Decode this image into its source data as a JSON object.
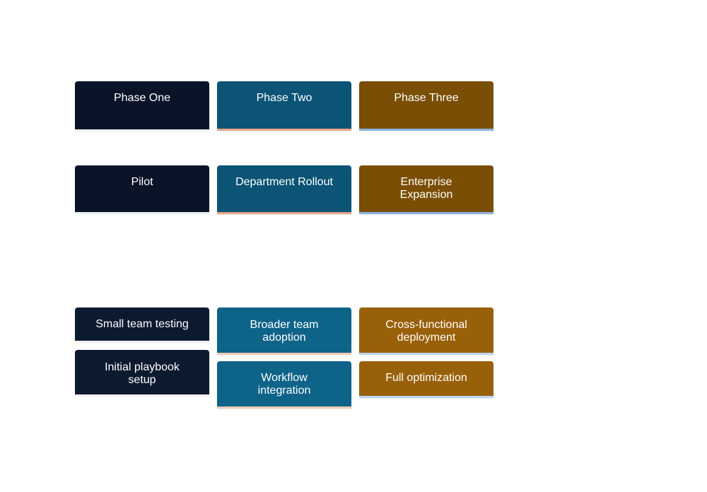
{
  "phases": [
    {
      "header": "Phase One",
      "name": "Pilot"
    },
    {
      "header": "Phase Two",
      "name": "Department Rollout"
    },
    {
      "header": "Phase Three",
      "name": "Enterprise\nExpansion"
    }
  ],
  "activities": {
    "phase_one": [
      "Small team testing",
      "Initial playbook\nsetup"
    ],
    "phase_two": [
      "Broader team\nadoption",
      "Workflow\nintegration"
    ],
    "phase_three": [
      "Cross-functional\ndeployment",
      "Full optimization"
    ]
  },
  "colors": {
    "navy": "#0a1428",
    "teal": "#0b5475",
    "brown": "#7a4e05",
    "teal_light": "#0e6389",
    "ochre": "#99600a",
    "accent_peach": "#f0cdb7",
    "accent_salmon": "#e9a38c",
    "accent_blue": "#8fb4e2"
  }
}
